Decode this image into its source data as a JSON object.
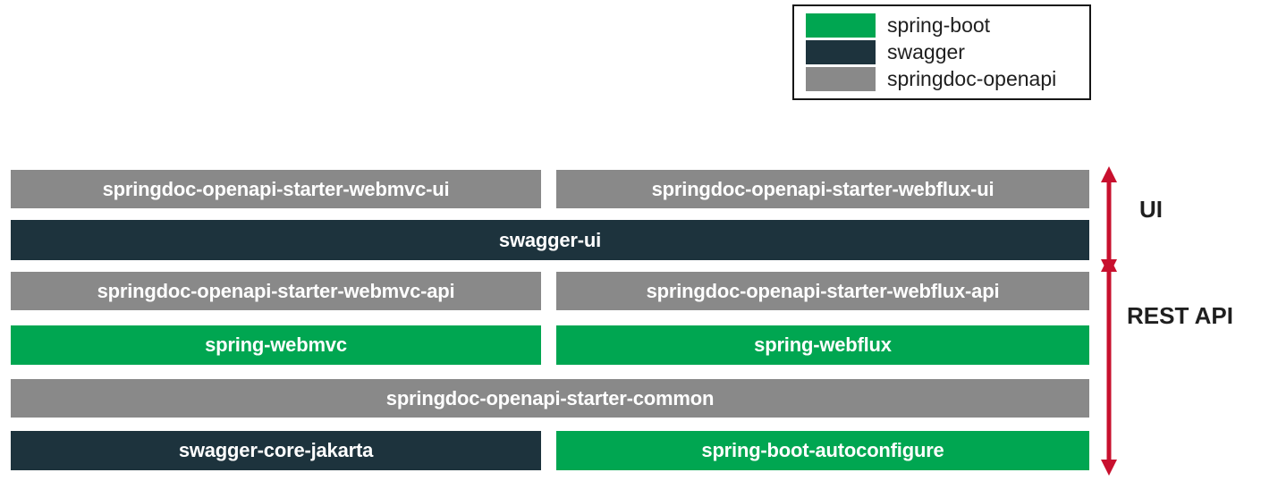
{
  "colors": {
    "spring_boot_green": "#00A651",
    "swagger_dark": "#1D333D",
    "springdoc_gray": "#898989",
    "arrow_red": "#C8102E",
    "block_text": "#FFFFFF",
    "annotation_text": "#1F1F1F"
  },
  "legend": {
    "items": [
      {
        "label": "spring-boot",
        "color": "#00A651"
      },
      {
        "label": "swagger",
        "color": "#1D333D"
      },
      {
        "label": "springdoc-openapi",
        "color": "#898989"
      }
    ]
  },
  "blocks": [
    {
      "label": "springdoc-openapi-starter-webmvc-ui",
      "category": "springdoc-openapi",
      "color": "#898989"
    },
    {
      "label": "springdoc-openapi-starter-webflux-ui",
      "category": "springdoc-openapi",
      "color": "#898989"
    },
    {
      "label": "swagger-ui",
      "category": "swagger",
      "color": "#1D333D"
    },
    {
      "label": "springdoc-openapi-starter-webmvc-api",
      "category": "springdoc-openapi",
      "color": "#898989"
    },
    {
      "label": "springdoc-openapi-starter-webflux-api",
      "category": "springdoc-openapi",
      "color": "#898989"
    },
    {
      "label": "spring-webmvc",
      "category": "spring-boot",
      "color": "#00A651"
    },
    {
      "label": "spring-webflux",
      "category": "spring-boot",
      "color": "#00A651"
    },
    {
      "label": "springdoc-openapi-starter-common",
      "category": "springdoc-openapi",
      "color": "#898989"
    },
    {
      "label": "swagger-core-jakarta",
      "category": "swagger",
      "color": "#1D333D"
    },
    {
      "label": "spring-boot-autoconfigure",
      "category": "spring-boot",
      "color": "#00A651"
    }
  ],
  "annotations": {
    "ui": "UI",
    "rest_api": "REST API"
  }
}
